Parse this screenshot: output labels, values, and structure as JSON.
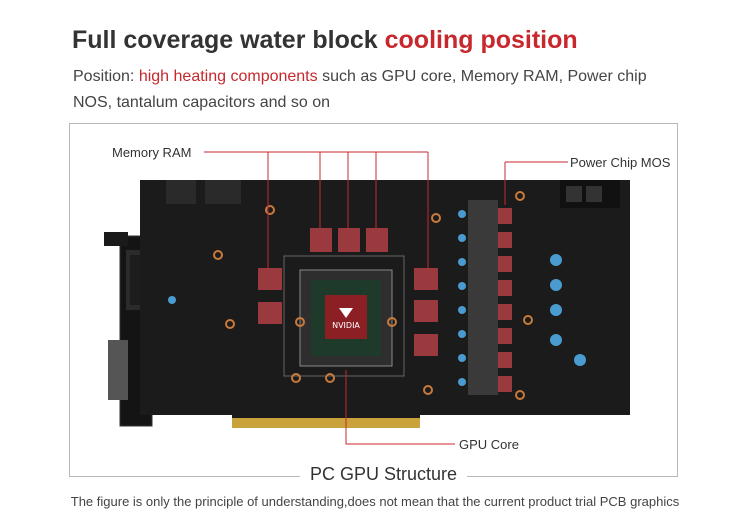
{
  "header": {
    "title_main": "Full coverage water block",
    "title_accent": "cooling position",
    "position_prefix": "Position:",
    "position_accent": "high heating components",
    "position_rest": "such as GPU core, Memory RAM, Power chip",
    "position_line2": "NOS, tantalum capacitors and so on"
  },
  "callouts": {
    "memory_ram": "Memory  RAM",
    "power_chip": "Power Chip MOS",
    "gpu_core": "GPU  Core"
  },
  "figure": {
    "caption": "PC GPU Structure",
    "chip_brand": "NVIDIA"
  },
  "footer": {
    "note": "The figure is only the principle of understanding,does not mean that the current product trial PCB graphics"
  },
  "colors": {
    "accent": "#c8282d",
    "pcb": "#1b1b1b",
    "memory_pad": "#9a3a3e",
    "copper": "#c87a3a"
  }
}
